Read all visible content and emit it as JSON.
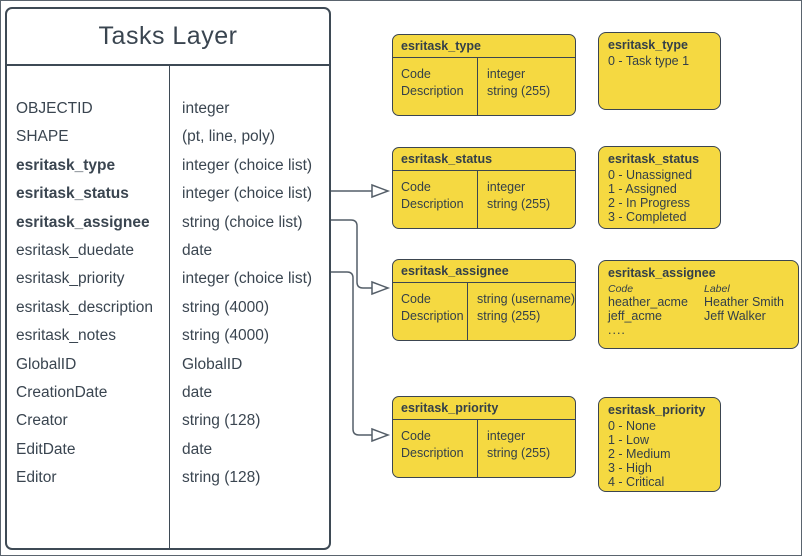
{
  "main_table": {
    "title": "Tasks Layer",
    "fields": [
      {
        "name": "OBJECTID",
        "type": "integer",
        "bold": false
      },
      {
        "name": "SHAPE",
        "type": "(pt, line, poly)",
        "bold": false
      },
      {
        "name": "esritask_type",
        "type": "integer (choice list)",
        "bold": true
      },
      {
        "name": "esritask_status",
        "type": "integer (choice list)",
        "bold": true
      },
      {
        "name": "esritask_assignee",
        "type": "string (choice list)",
        "bold": true
      },
      {
        "name": "esritask_duedate",
        "type": "date",
        "bold": false
      },
      {
        "name": "esritask_priority",
        "type": "integer (choice list)",
        "bold": false
      },
      {
        "name": "esritask_description",
        "type": "string (4000)",
        "bold": false
      },
      {
        "name": "esritask_notes",
        "type": "string (4000)",
        "bold": false
      },
      {
        "name": "GlobalID",
        "type": "GlobalID",
        "bold": false
      },
      {
        "name": "CreationDate",
        "type": "date",
        "bold": false
      },
      {
        "name": "Creator",
        "type": "string (128)",
        "bold": false
      },
      {
        "name": "EditDate",
        "type": "date",
        "bold": false
      },
      {
        "name": "Editor",
        "type": "string (128)",
        "bold": false
      }
    ]
  },
  "domain_tables": [
    {
      "title": "esritask_type",
      "rows": [
        {
          "field": "Code",
          "type": "integer"
        },
        {
          "field": "Description",
          "type": "string (255)"
        }
      ]
    },
    {
      "title": "esritask_status",
      "rows": [
        {
          "field": "Code",
          "type": "integer"
        },
        {
          "field": "Description",
          "type": "string (255)"
        }
      ]
    },
    {
      "title": "esritask_assignee",
      "rows": [
        {
          "field": "Code",
          "type": "string (username)"
        },
        {
          "field": "Description",
          "type": "string (255)"
        }
      ]
    },
    {
      "title": "esritask_priority",
      "rows": [
        {
          "field": "Code",
          "type": "integer"
        },
        {
          "field": "Description",
          "type": "string (255)"
        }
      ]
    }
  ],
  "value_lists": [
    {
      "title": "esritask_type",
      "values": [
        "0 - Task type 1"
      ]
    },
    {
      "title": "esritask_status",
      "values": [
        "0 - Unassigned",
        "1 - Assigned",
        "2 - In Progress",
        "3 - Completed"
      ]
    },
    {
      "title": "esritask_assignee",
      "columns": [
        "Code",
        "Label"
      ],
      "rows": [
        [
          "heather_acme",
          "Heather Smith"
        ],
        [
          "jeff_acme",
          "Jeff Walker"
        ]
      ],
      "more": "...."
    },
    {
      "title": "esritask_priority",
      "values": [
        "0 - None",
        "1 - Low",
        "2 - Medium",
        "3 - High",
        "4 - Critical"
      ]
    }
  ],
  "colors": {
    "node_fill": "#F5D941",
    "node_border": "#3b4550",
    "text": "#3a4550",
    "connector": "#545e68",
    "background": "#ffffff"
  }
}
